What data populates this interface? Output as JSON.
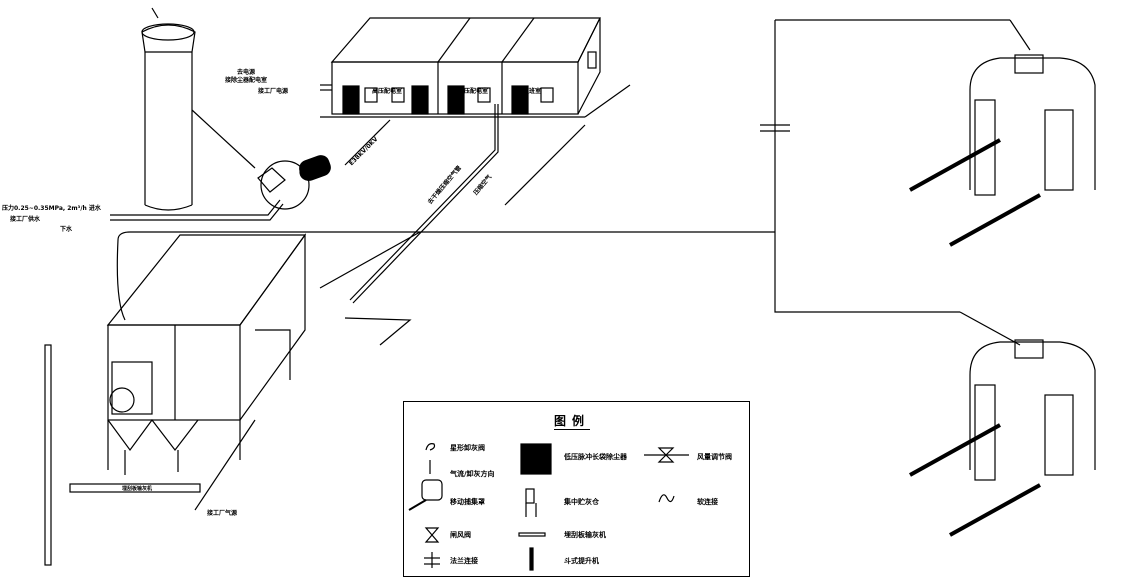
{
  "diagram": {
    "buildings": [
      "高压配电室",
      "低压配电室",
      "值班室"
    ],
    "labels": {
      "power_source": "去电源",
      "dust_panel": "接除尘器配电室",
      "factory_power": "接工厂电源",
      "water_supply": "压力0.25~0.35MPa, 2m³/h 进水",
      "factory_water": "接工厂供水",
      "drain": "下水",
      "cable": "E38KV/0KV",
      "compressed_air_pipe": "去干燥压缩空气管",
      "compressed_air": "压缩空气",
      "conveyor_text": "埋刮板输灰机",
      "factory_gas": "接工厂气源"
    }
  },
  "legend": {
    "title": "图例",
    "items": [
      {
        "icon": "star-valve-icon",
        "label": "星形卸灰阀"
      },
      {
        "icon": "flow-direction-icon",
        "label": "气流/卸灰方向"
      },
      {
        "icon": "mobile-hood-icon",
        "label": "移动捕集罩"
      },
      {
        "icon": "butterfly-valve-icon",
        "label": "闸风阀"
      },
      {
        "icon": "flange-icon",
        "label": "法兰连接"
      },
      {
        "icon": "bag-filter-icon",
        "label": "低压脉冲长袋除尘器"
      },
      {
        "icon": "ash-silo-icon",
        "label": "集中贮灰仓"
      },
      {
        "icon": "scraper-conveyor-icon",
        "label": "埋刮板输灰机"
      },
      {
        "icon": "bucket-elevator-icon",
        "label": "斗式提升机"
      },
      {
        "icon": "damper-icon",
        "label": "风量调节阀"
      },
      {
        "icon": "soft-joint-icon",
        "label": "软连接"
      }
    ]
  }
}
